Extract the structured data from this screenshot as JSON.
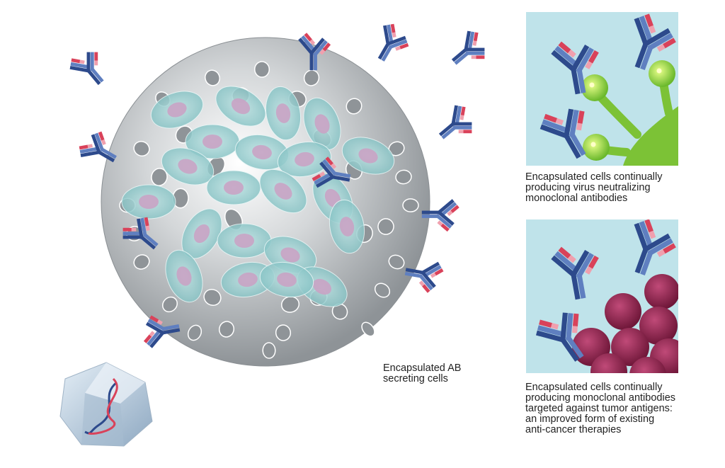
{
  "captions": {
    "encapsulated": [
      "Encapsulated AB",
      "secreting cells"
    ],
    "virus": [
      "Encapsulated cells continually",
      "producing virus neutralizing",
      "monoclonal antibodies"
    ],
    "tumor": [
      "Encapsulated cells continually",
      "producing monoclonal antibodies",
      "targeted against tumor antigens:",
      "an improved form of existing",
      "anti-cancer therapies"
    ]
  },
  "colors": {
    "capsule": "#a9aeb2",
    "cell": "#7ec2c4",
    "nucleus": "#c9a3c4",
    "antibody_blue": "#2d4a8c",
    "antibody_red": "#d9425a",
    "panel_bg": "#bfe3ea",
    "virus_green": "#7cc236",
    "tumor_cell": "#8a1f4a"
  },
  "icons": [
    "capsule",
    "antibody-icon",
    "virus-icon",
    "tumor-cell-icon",
    "dna-capsid-icon"
  ]
}
